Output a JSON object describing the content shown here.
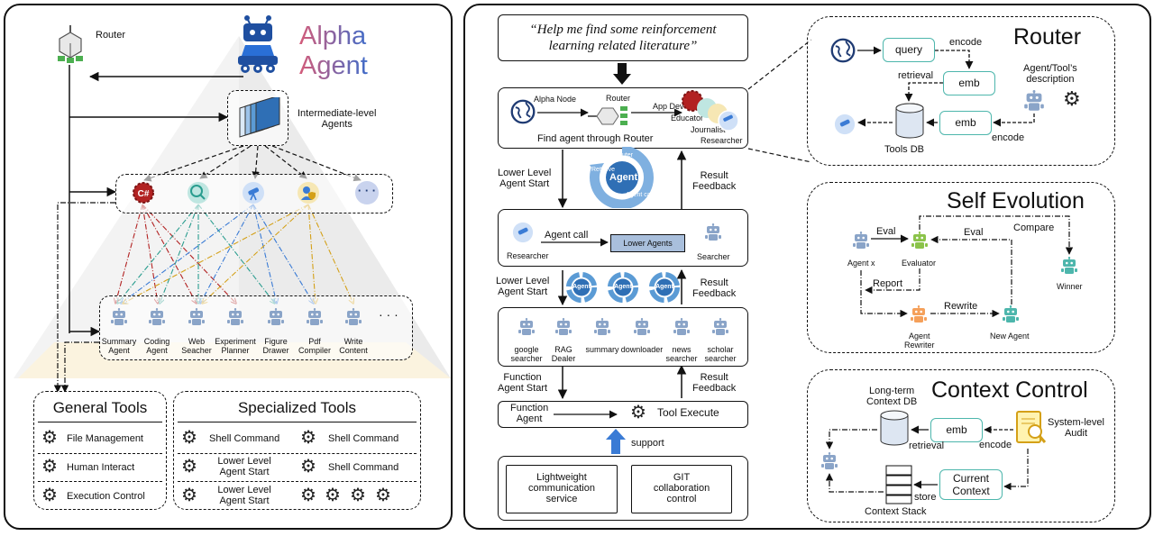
{
  "left": {
    "router_label": "Router",
    "alpha_title_line1": "Alpha",
    "alpha_title_line2": "Agent",
    "intermediate_label_line1": "Intermediate-level",
    "intermediate_label_line2": "Agents",
    "ellipsis": "· · ·",
    "agents": [
      {
        "line1": "Summary",
        "line2": "Agent"
      },
      {
        "line1": "Coding",
        "line2": "Agent"
      },
      {
        "line1": "Web",
        "line2": "Seacher"
      },
      {
        "line1": "Experiment",
        "line2": "Planner"
      },
      {
        "line1": "Figure",
        "line2": "Drawer"
      },
      {
        "line1": "Pdf",
        "line2": "Compiler"
      },
      {
        "line1": "Write",
        "line2": "Content"
      }
    ],
    "agents_ellipsis": "· · ·",
    "general_tools": {
      "title": "General Tools",
      "items": [
        "File Management",
        "Human Interact",
        "Execution Control"
      ]
    },
    "specialized_tools": {
      "title": "Specialized Tools",
      "col1": [
        {
          "line1": "Shell Command",
          "line2": ""
        },
        {
          "line1": "Lower Level",
          "line2": "Agent Start"
        },
        {
          "line1": "Lower Level",
          "line2": "Agent Start"
        }
      ],
      "col2": [
        "Shell Command",
        "Shell Command"
      ]
    }
  },
  "middle": {
    "query_line1": "“Help me find some reinforcement",
    "query_line2": "learning related literature”",
    "alpha_node": "Alpha Node",
    "router": "Router",
    "app_dev": "App Dev",
    "educator": "Educator",
    "journalist": "Journalist",
    "researcher": "Researcher",
    "find_agent": "Find agent through Router",
    "lower_start_1": {
      "line1": "Lower Level",
      "line2": "Agent Start"
    },
    "result_feedback_1": {
      "line1": "Result",
      "line2": "Feedback"
    },
    "cycle_center": "Agent",
    "cycle_word_1": "Router",
    "cycle_word_2": "Retrieve",
    "cycle_word_3": "Agent call",
    "agent_call": "Agent call",
    "lower_agents": "Lower Agents",
    "researcher2": "Researcher",
    "searcher": "Searcher",
    "lower_start_2": {
      "line1": "Lower Level",
      "line2": "Agent Start"
    },
    "result_feedback_2": {
      "line1": "Result",
      "line2": "Feedback"
    },
    "small_agent": "Agent",
    "workers": [
      {
        "line1": "google",
        "line2": "searcher"
      },
      {
        "line1": "RAG",
        "line2": "Dealer"
      },
      {
        "line1": "summary",
        "line2": ""
      },
      {
        "line1": "downloader",
        "line2": ""
      },
      {
        "line1": "news",
        "line2": "searcher"
      },
      {
        "line1": "scholar",
        "line2": "searcher"
      }
    ],
    "function_start": {
      "line1": "Function",
      "line2": "Agent Start"
    },
    "result_feedback_3": {
      "line1": "Result",
      "line2": "Feedback"
    },
    "function_agent": {
      "line1": "Function",
      "line2": "Agent"
    },
    "tool_execute": "Tool Execute",
    "support": "support",
    "service1": {
      "line1": "Lightweight",
      "line2": "communication",
      "line3": "service"
    },
    "service2": {
      "line1": "GIT",
      "line2": "collaboration",
      "line3": "control"
    }
  },
  "router_panel": {
    "title": "Router",
    "query": "query",
    "encode1": "encode",
    "retrieval": "retrieval",
    "emb1": "emb",
    "emb2": "emb",
    "desc_line1": "Agent/Tool’s",
    "desc_line2": "description",
    "encode2": "encode",
    "tools_db": "Tools DB"
  },
  "self_evolution": {
    "title": "Self Evolution",
    "eval1": "Eval",
    "eval2": "Eval",
    "compare": "Compare",
    "agent_x": "Agent x",
    "evaluator": "Evaluator",
    "winner": "Winner",
    "report": "Report",
    "rewrite": "Rewrite",
    "agent_rewriter_line1": "Agent",
    "agent_rewriter_line2": "Rewriter",
    "new_agent": "New Agent"
  },
  "context_control": {
    "title": "Context Control",
    "db_line1": "Long-term",
    "db_line2": "Context DB",
    "emb": "emb",
    "audit_line1": "System-level",
    "audit_line2": "Audit",
    "retrieval": "retrieval",
    "encode": "encode",
    "current_line1": "Current",
    "current_line2": "Context",
    "store": "store",
    "stack": "Context Stack"
  },
  "colors": {
    "red": "#b22222",
    "teal": "#2a9d8f",
    "blue": "#3a7bd5",
    "gold": "#d4a017",
    "robot": "#8aa4c8",
    "accent_box": "#4db6ac",
    "lower_agents_fill": "#a9bfdc"
  }
}
